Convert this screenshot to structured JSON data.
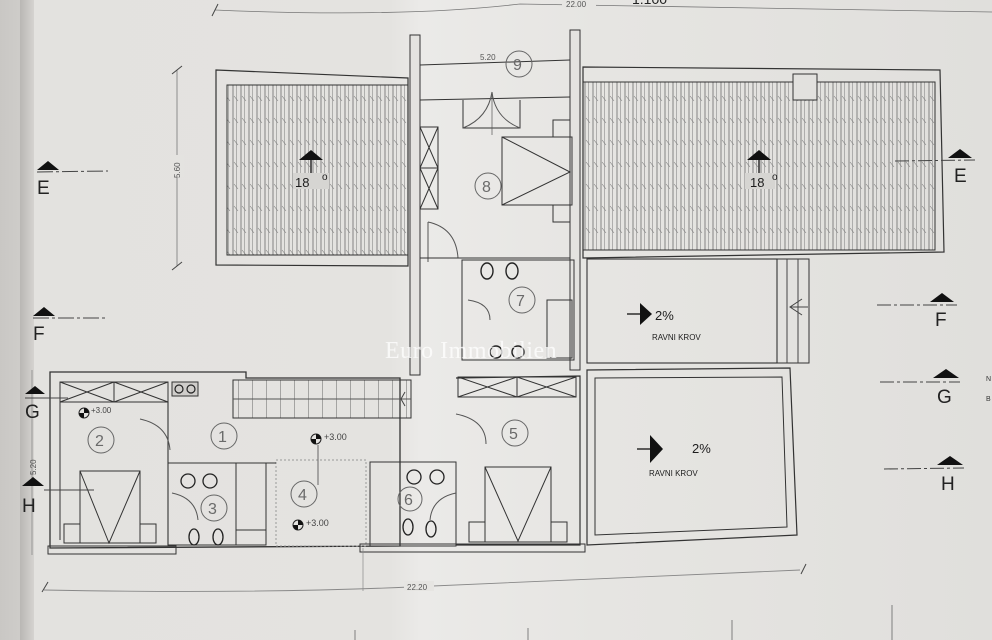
{
  "drawing": {
    "type": "architectural floor plan",
    "scale_fragment": "1:100",
    "dimensions": {
      "top_total": "22.00",
      "bottom_total": "22.20",
      "roof_height_left": "5.60",
      "upper_center_width": "5.20",
      "left_lower_height": "5.20"
    },
    "roofs": [
      {
        "id": "pitched-roof-left",
        "slope": "18 °",
        "angle_label": "18",
        "unit": "o"
      },
      {
        "id": "pitched-roof-right",
        "slope": "18 °",
        "angle_label": "18",
        "unit": "o"
      }
    ],
    "flat_roofs": [
      {
        "id": "flat-roof-upper",
        "slope": "2%",
        "label": "RAVNI KROV"
      },
      {
        "id": "flat-roof-lower",
        "slope": "2%",
        "label": "RAVNI KROV"
      }
    ],
    "rooms": [
      {
        "number": "1"
      },
      {
        "number": "2"
      },
      {
        "number": "3"
      },
      {
        "number": "4"
      },
      {
        "number": "5"
      },
      {
        "number": "6"
      },
      {
        "number": "7"
      },
      {
        "number": "8"
      },
      {
        "number": "9"
      }
    ],
    "elevations": [
      {
        "label": "+3.00"
      },
      {
        "label": "+3.00"
      },
      {
        "label": "+3.00"
      }
    ],
    "section_markers": {
      "left": [
        "E",
        "F",
        "G",
        "H"
      ],
      "right": [
        "E",
        "F",
        "G",
        "H"
      ]
    },
    "edge_fragments": [
      "N",
      "B"
    ],
    "watermark": "Euro Immobilien"
  }
}
